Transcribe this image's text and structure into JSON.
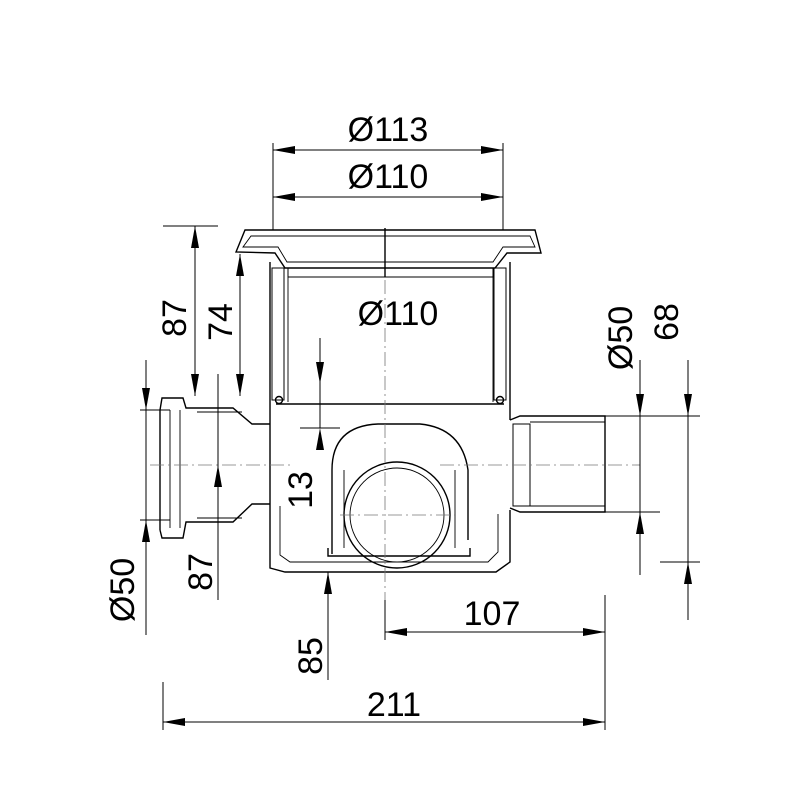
{
  "dimensions": {
    "top_outer_diameter": "Ø113",
    "top_inner_diameter": "Ø110",
    "body_diameter": "Ø110",
    "height_87_upper": "87",
    "height_74": "74",
    "outlet_left_diameter": "Ø50",
    "height_87_lower": "87",
    "height_13": "13",
    "height_85": "85",
    "right_outlet_diameter": "Ø50",
    "height_68": "68",
    "width_107": "107",
    "width_211": "211"
  }
}
